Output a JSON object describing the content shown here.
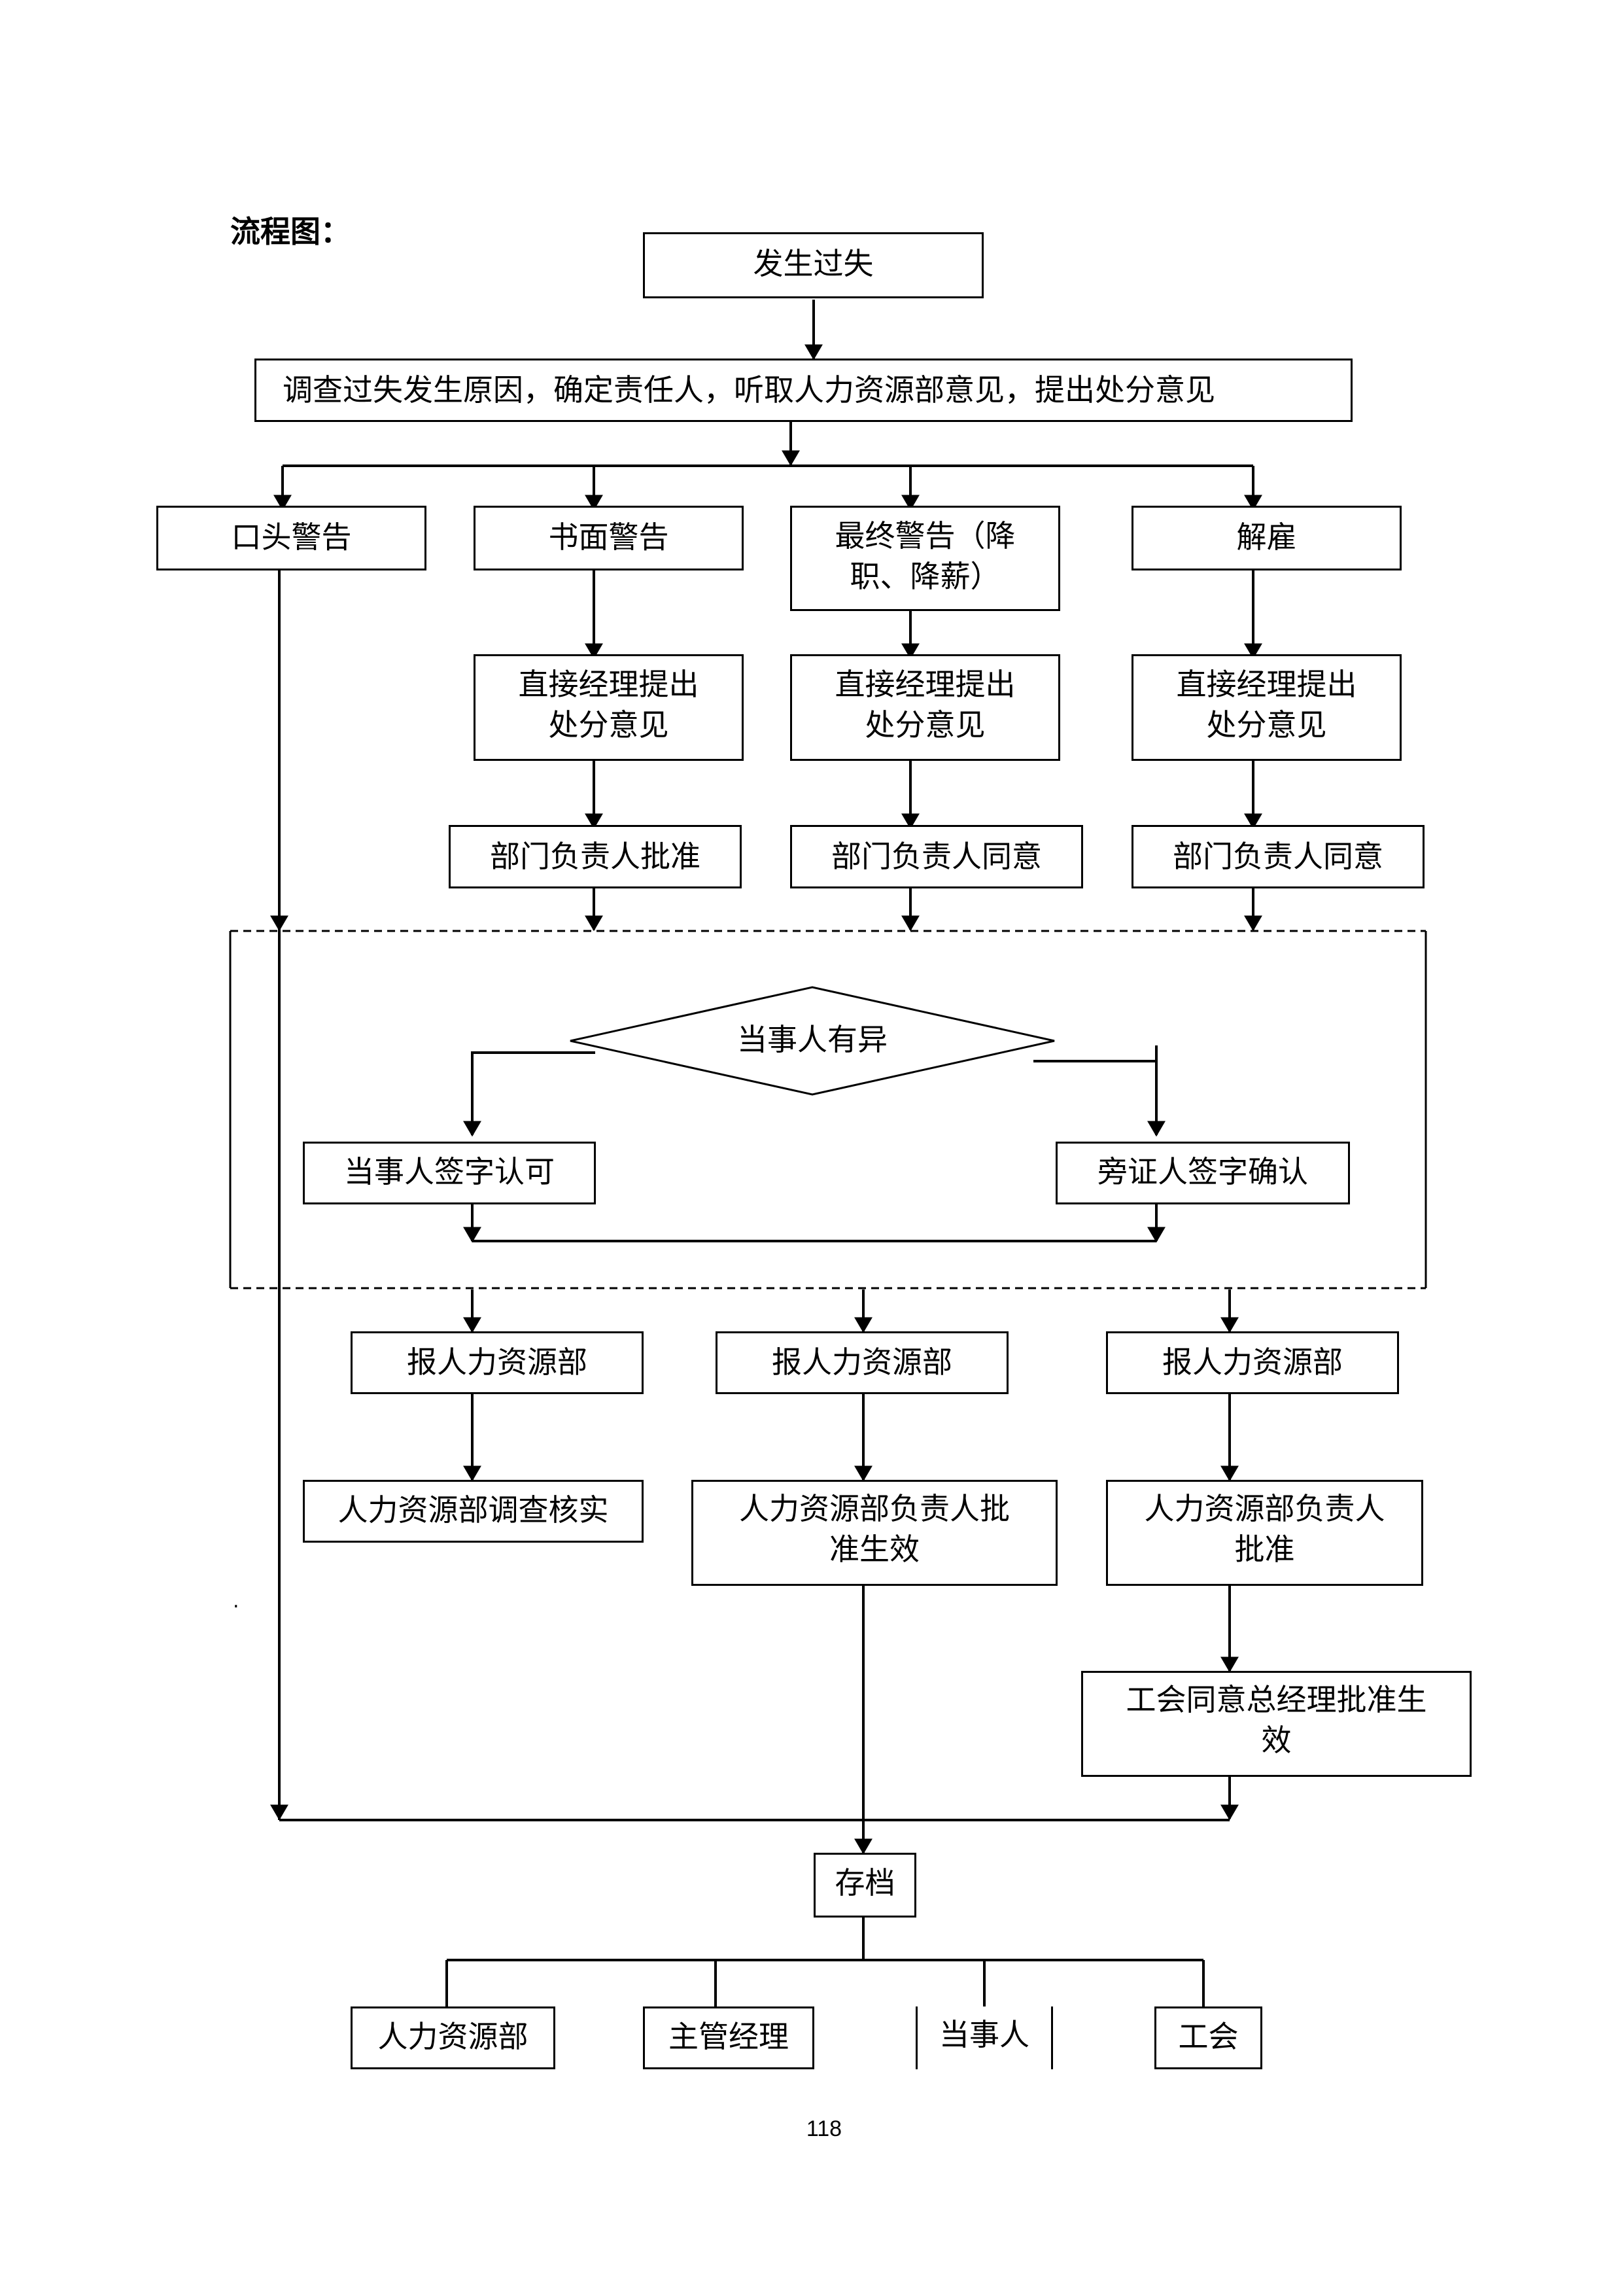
{
  "heading": "流程图：",
  "start": "发生过失",
  "investigate": "调查过失发生原因，确定责任人，听取人力资源部意见，提出处分意见",
  "penalties": {
    "verbal": "口头警告",
    "written": "书面警告",
    "final_line1": "最终警告（降",
    "final_line2": "职、降薪）",
    "dismiss": "解雇"
  },
  "manager_opinion_line1": "直接经理提出",
  "manager_opinion_line2": "处分意见",
  "dept_approve": "部门负责人批准",
  "dept_agree": "部门负责人同意",
  "objection": "当事人有异",
  "party_sign": "当事人签字认可",
  "witness_sign": "旁证人签字确认",
  "report_hr": "报人力资源部",
  "hr_verify": "人力资源部调查核实",
  "hr_head_effective_line1": "人力资源部负责人批",
  "hr_head_effective_line2": "准生效",
  "hr_head_approve_line1": "人力资源部负责人",
  "hr_head_approve_line2": "批准",
  "union_line1": "工会同意总经理批准生",
  "union_line2": "效",
  "archive": "存档",
  "archive_targets": [
    "人力资源部",
    "主管经理",
    "当事人",
    "工会"
  ],
  "stray_mark": ".",
  "page_number": "118"
}
